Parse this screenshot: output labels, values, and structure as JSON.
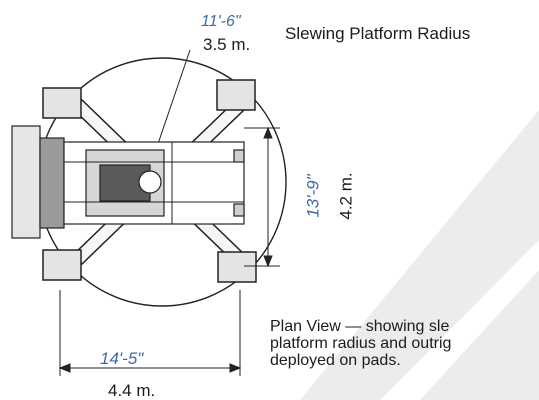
{
  "colors": {
    "accent_blue": "#3f6aa6",
    "ink": "#1c1c1c",
    "watermark": "#ececec"
  },
  "labels": {
    "radius_imperial": "11'-6\"",
    "radius_metric": "3.5 m.",
    "radius_caption": "Slewing Platform Radius",
    "width_imperial": "13'-9\"",
    "width_metric": "4.2 m.",
    "length_imperial": "14'-5\"",
    "length_metric": "4.4 m.",
    "caption": "Plan View — showing sle\nplatform radius and outrig\ndeployed on pads."
  }
}
